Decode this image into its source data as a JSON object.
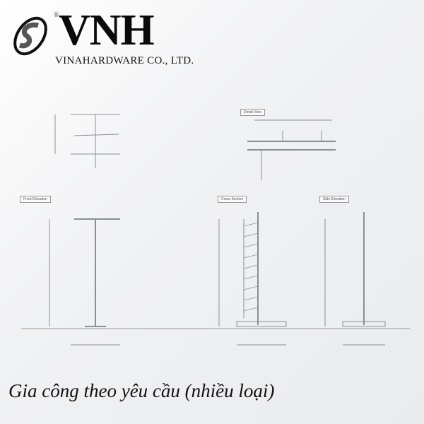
{
  "logo": {
    "brand": "VNH",
    "company": "VINAHARDWARE CO., LTD.",
    "registered_mark": "®"
  },
  "drawing": {
    "views": [
      "Detail View",
      "Front Elevation",
      "Cross Section",
      "Side Elevation"
    ]
  },
  "caption": "Gia công theo yêu cầu (nhiều loại)",
  "colors": {
    "line": "#8a8f96",
    "text": "#111111"
  }
}
